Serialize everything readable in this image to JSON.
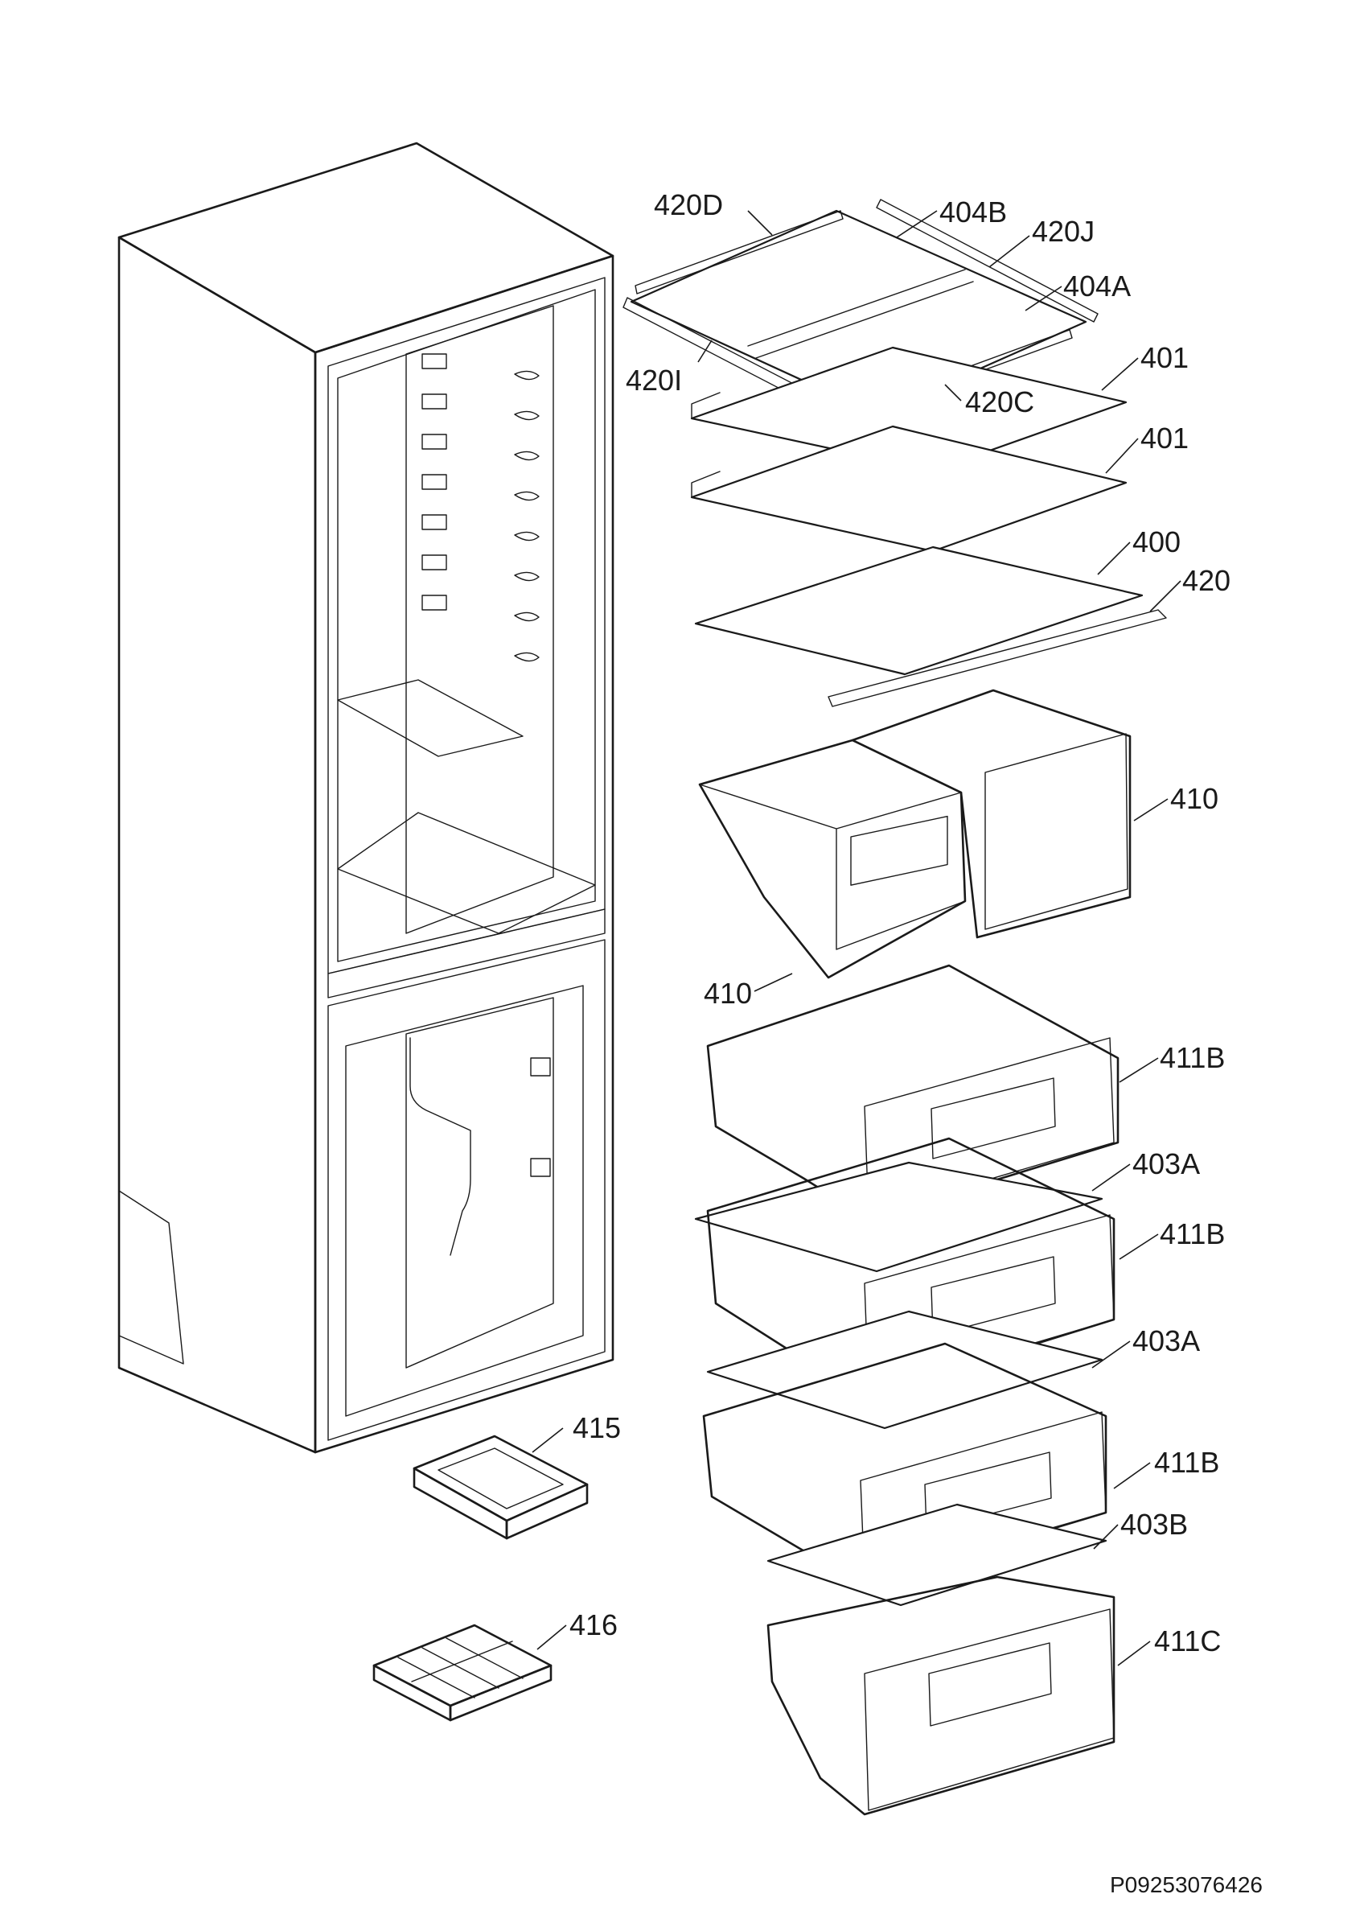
{
  "diagram": {
    "document_code": "P09253076426",
    "labels": [
      {
        "id": "420D",
        "text": "420D"
      },
      {
        "id": "404B",
        "text": "404B"
      },
      {
        "id": "420J",
        "text": "420J"
      },
      {
        "id": "404A",
        "text": "404A"
      },
      {
        "id": "420I",
        "text": "420I"
      },
      {
        "id": "401a",
        "text": "401"
      },
      {
        "id": "420C",
        "text": "420C"
      },
      {
        "id": "401b",
        "text": "401"
      },
      {
        "id": "400",
        "text": "400"
      },
      {
        "id": "420",
        "text": "420"
      },
      {
        "id": "410a",
        "text": "410"
      },
      {
        "id": "410b",
        "text": "410"
      },
      {
        "id": "411Ba",
        "text": "411B"
      },
      {
        "id": "403Aa",
        "text": "403A"
      },
      {
        "id": "411Bb",
        "text": "411B"
      },
      {
        "id": "403Ab",
        "text": "403A"
      },
      {
        "id": "415",
        "text": "415"
      },
      {
        "id": "411Bc",
        "text": "411B"
      },
      {
        "id": "403B",
        "text": "403B"
      },
      {
        "id": "416",
        "text": "416"
      },
      {
        "id": "411C",
        "text": "411C"
      }
    ]
  }
}
